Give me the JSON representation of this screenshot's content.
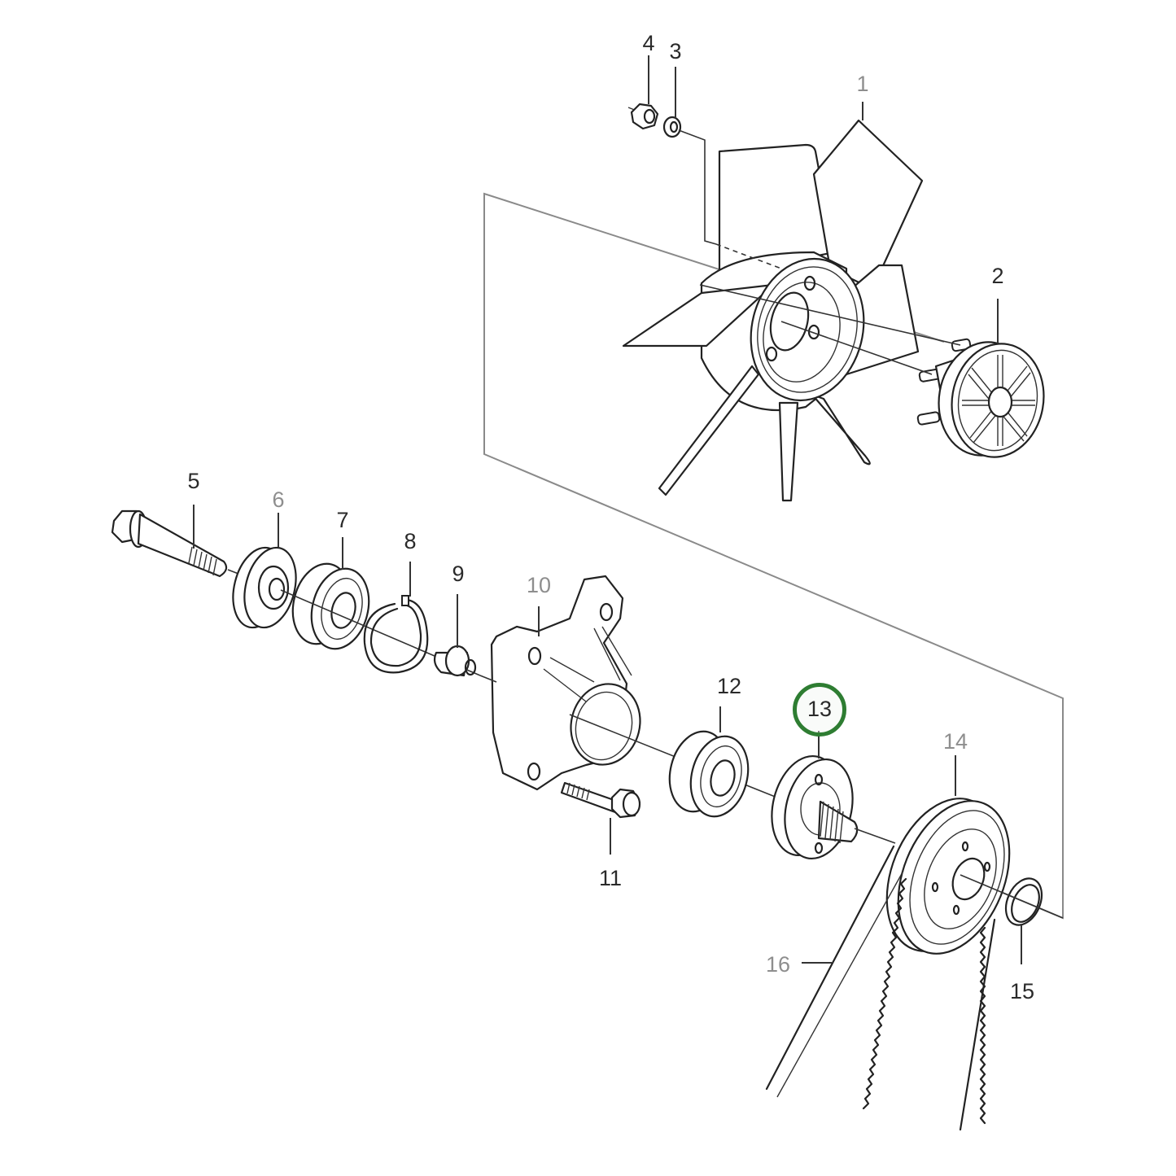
{
  "diagram": {
    "type": "exploded-parts-diagram",
    "subject": "Fan drive / idler pulley assembly",
    "highlight_color": "#2e7d32",
    "label_dark_color": "#2a2a2a",
    "label_gray_color": "#8e8e8e",
    "highlighted_part": "13",
    "callouts": [
      {
        "id": "1",
        "text": "1",
        "part": "fan",
        "tone": "gray"
      },
      {
        "id": "2",
        "text": "2",
        "part": "fan hub / pulley with studs",
        "tone": "dark"
      },
      {
        "id": "3",
        "text": "3",
        "part": "washer",
        "tone": "dark"
      },
      {
        "id": "4",
        "text": "4",
        "part": "nut",
        "tone": "dark"
      },
      {
        "id": "5",
        "text": "5",
        "part": "bolt",
        "tone": "dark"
      },
      {
        "id": "6",
        "text": "6",
        "part": "spacer washer",
        "tone": "gray"
      },
      {
        "id": "7",
        "text": "7",
        "part": "ball bearing",
        "tone": "dark"
      },
      {
        "id": "8",
        "text": "8",
        "part": "circlip",
        "tone": "dark"
      },
      {
        "id": "9",
        "text": "9",
        "part": "spacer bushing",
        "tone": "dark"
      },
      {
        "id": "10",
        "text": "10",
        "part": "bearing housing bracket",
        "tone": "gray"
      },
      {
        "id": "11",
        "text": "11",
        "part": "flange bolt",
        "tone": "dark"
      },
      {
        "id": "12",
        "text": "12",
        "part": "ball bearing",
        "tone": "dark"
      },
      {
        "id": "13",
        "text": "13",
        "part": "hub flange with threaded shaft",
        "tone": "dark",
        "highlighted": true
      },
      {
        "id": "14",
        "text": "14",
        "part": "pulley",
        "tone": "gray"
      },
      {
        "id": "15",
        "text": "15",
        "part": "retaining ring",
        "tone": "dark"
      },
      {
        "id": "16",
        "text": "16",
        "part": "toothed V-belt",
        "tone": "gray"
      }
    ]
  }
}
